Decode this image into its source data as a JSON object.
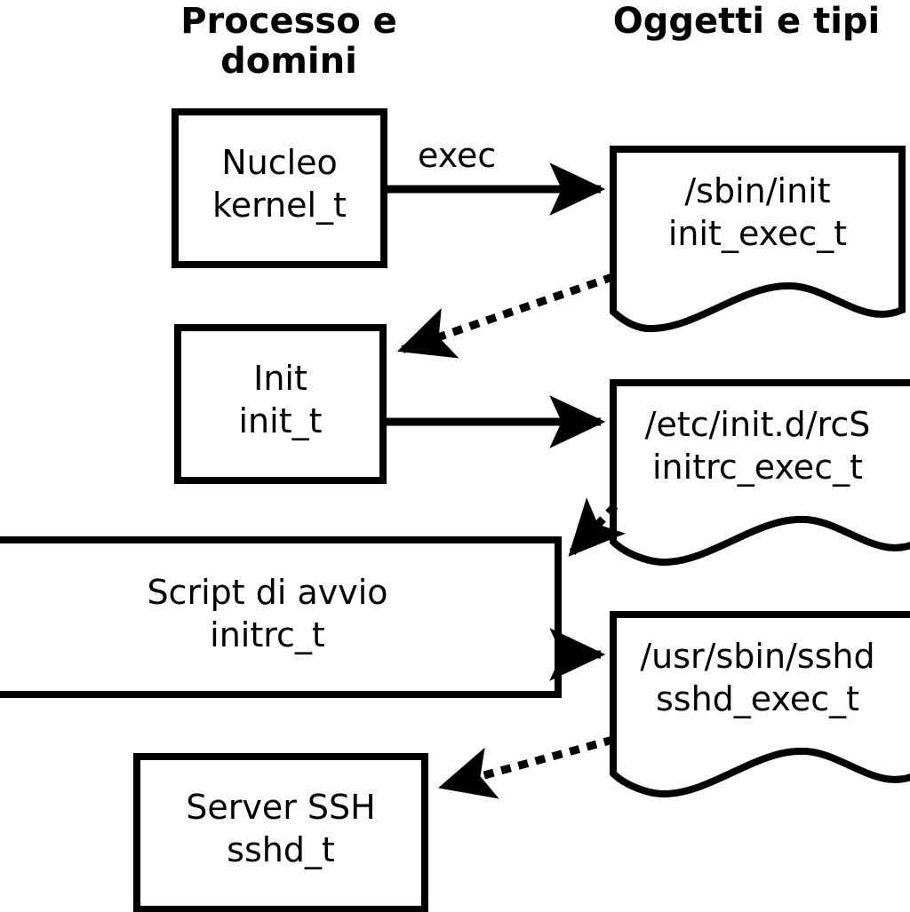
{
  "diagram": {
    "title_columns": {
      "left": "Processo\ne domini",
      "left_line1": "Processo",
      "left_line2": "e domini",
      "right_line1": "Oggetti e",
      "right_line2": "tipi"
    },
    "process_nodes": [
      {
        "id": "kernel",
        "name_line1": "Nucleo",
        "name_line2": "kernel_t",
        "shape": "rectangle"
      },
      {
        "id": "init",
        "name_line1": "Init",
        "name_line2": "init_t",
        "shape": "rectangle"
      },
      {
        "id": "initrc",
        "name_line1": "Script di avvio",
        "name_line2": "initrc_t",
        "shape": "rectangle"
      },
      {
        "id": "sshd",
        "name_line1": "Server SSH",
        "name_line2": "sshd_t",
        "shape": "rectangle"
      }
    ],
    "object_nodes": [
      {
        "id": "init_exec",
        "name_line1": "/sbin/init",
        "name_line2": "init_exec_t",
        "shape": "document"
      },
      {
        "id": "initrc_exec",
        "name_line1": "/etc/init.d/rcS",
        "name_line2": "initrc_exec_t",
        "shape": "document"
      },
      {
        "id": "sshd_exec",
        "name_line1": "/usr/sbin/sshd",
        "name_line2": "sshd_exec_t",
        "shape": "document"
      }
    ],
    "edges": [
      {
        "id": "kernel-to-init_exec",
        "from": "kernel",
        "to": "init_exec",
        "style": "solid",
        "label": "exec"
      },
      {
        "id": "init_exec-to-init",
        "from": "init_exec",
        "to": "init",
        "style": "dotted",
        "label": ""
      },
      {
        "id": "init-to-initrc_exec",
        "from": "init",
        "to": "initrc_exec",
        "style": "solid",
        "label": ""
      },
      {
        "id": "initrc_exec-to-initrc",
        "from": "initrc_exec",
        "to": "initrc",
        "style": "dotted",
        "label": ""
      },
      {
        "id": "initrc-to-sshd_exec",
        "from": "initrc",
        "to": "sshd_exec",
        "style": "solid",
        "label": ""
      },
      {
        "id": "sshd_exec-to-sshd",
        "from": "sshd_exec",
        "to": "sshd",
        "style": "dotted",
        "label": ""
      }
    ],
    "colors": {
      "stroke": "#000000",
      "fill": "#ffffff",
      "text": "#000000"
    }
  }
}
